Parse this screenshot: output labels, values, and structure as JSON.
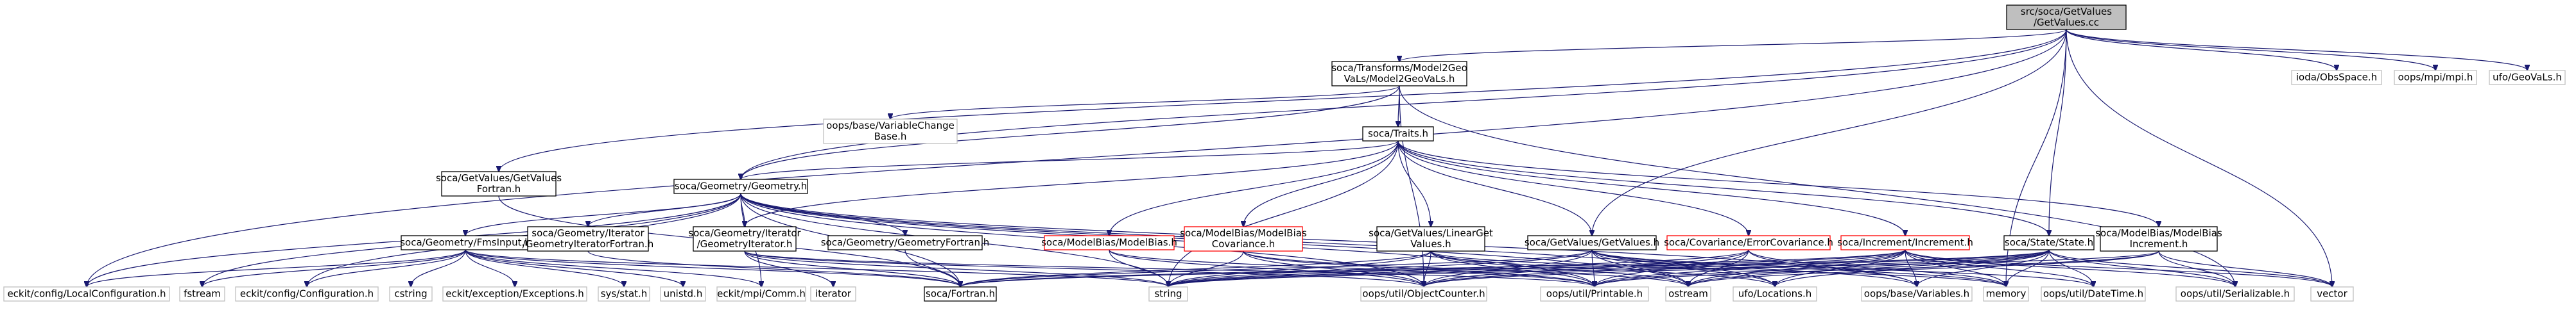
{
  "graph": {
    "nodes": [
      {
        "id": "root",
        "lines": [
          "src/soca/GetValues",
          "/GetValues.cc"
        ],
        "style": "root"
      },
      {
        "id": "model2geovals",
        "lines": [
          "soca/Transforms/Model2Geo",
          "VaLs/Model2GeoVaLs.h"
        ],
        "style": "normal"
      },
      {
        "id": "ioda_obsspace",
        "lines": [
          "ioda/ObsSpace.h"
        ],
        "style": "gray"
      },
      {
        "id": "oops_mpi",
        "lines": [
          "oops/mpi/mpi.h"
        ],
        "style": "gray"
      },
      {
        "id": "ufo_geovals",
        "lines": [
          "ufo/GeoVaLs.h"
        ],
        "style": "gray"
      },
      {
        "id": "variablechange",
        "lines": [
          "oops/base/VariableChange",
          "Base.h"
        ],
        "style": "gray"
      },
      {
        "id": "traits",
        "lines": [
          "soca/Traits.h"
        ],
        "style": "normal"
      },
      {
        "id": "getvaluesfortran",
        "lines": [
          "soca/GetValues/GetValues",
          "Fortran.h"
        ],
        "style": "normal"
      },
      {
        "id": "geometry",
        "lines": [
          "soca/Geometry/Geometry.h"
        ],
        "style": "normal"
      },
      {
        "id": "fmsinput",
        "lines": [
          "soca/Geometry/FmsInput.h"
        ],
        "style": "normal"
      },
      {
        "id": "iteratorfortran",
        "lines": [
          "soca/Geometry/Iterator",
          "/GeometryIteratorFortran.h"
        ],
        "style": "normal"
      },
      {
        "id": "geometryiterator",
        "lines": [
          "soca/Geometry/Iterator",
          "/GeometryIterator.h"
        ],
        "style": "normal"
      },
      {
        "id": "geometryfortran",
        "lines": [
          "soca/Geometry/GeometryFortran.h"
        ],
        "style": "normal"
      },
      {
        "id": "modelbias",
        "lines": [
          "soca/ModelBias/ModelBias.h"
        ],
        "style": "red"
      },
      {
        "id": "modelbiascov",
        "lines": [
          "soca/ModelBias/ModelBias",
          "Covariance.h"
        ],
        "style": "red"
      },
      {
        "id": "lineargetvalues",
        "lines": [
          "soca/GetValues/LinearGet",
          "Values.h"
        ],
        "style": "normal"
      },
      {
        "id": "getvalues",
        "lines": [
          "soca/GetValues/GetValues.h"
        ],
        "style": "normal"
      },
      {
        "id": "errorcovariance",
        "lines": [
          "soca/Covariance/ErrorCovariance.h"
        ],
        "style": "red"
      },
      {
        "id": "increment",
        "lines": [
          "soca/Increment/Increment.h"
        ],
        "style": "red"
      },
      {
        "id": "state",
        "lines": [
          "soca/State/State.h"
        ],
        "style": "normal"
      },
      {
        "id": "modelbiasincrement",
        "lines": [
          "soca/ModelBias/ModelBias",
          "Increment.h"
        ],
        "style": "normal"
      },
      {
        "id": "localconfiguration",
        "lines": [
          "eckit/config/LocalConfiguration.h"
        ],
        "style": "gray"
      },
      {
        "id": "fstream",
        "lines": [
          "fstream"
        ],
        "style": "gray"
      },
      {
        "id": "configuration",
        "lines": [
          "eckit/config/Configuration.h"
        ],
        "style": "gray"
      },
      {
        "id": "cstring",
        "lines": [
          "cstring"
        ],
        "style": "gray"
      },
      {
        "id": "exceptions",
        "lines": [
          "eckit/exception/Exceptions.h"
        ],
        "style": "gray"
      },
      {
        "id": "sysstat",
        "lines": [
          "sys/stat.h"
        ],
        "style": "gray"
      },
      {
        "id": "unistd",
        "lines": [
          "unistd.h"
        ],
        "style": "gray"
      },
      {
        "id": "comm",
        "lines": [
          "eckit/mpi/Comm.h"
        ],
        "style": "gray"
      },
      {
        "id": "iterator",
        "lines": [
          "iterator"
        ],
        "style": "gray"
      },
      {
        "id": "fortran",
        "lines": [
          "soca/Fortran.h"
        ],
        "style": "normal"
      },
      {
        "id": "string",
        "lines": [
          "string"
        ],
        "style": "gray"
      },
      {
        "id": "objectcounter",
        "lines": [
          "oops/util/ObjectCounter.h"
        ],
        "style": "gray"
      },
      {
        "id": "printable",
        "lines": [
          "oops/util/Printable.h"
        ],
        "style": "gray"
      },
      {
        "id": "ostream",
        "lines": [
          "ostream"
        ],
        "style": "gray"
      },
      {
        "id": "locations",
        "lines": [
          "ufo/Locations.h"
        ],
        "style": "gray"
      },
      {
        "id": "variables",
        "lines": [
          "oops/base/Variables.h"
        ],
        "style": "gray"
      },
      {
        "id": "memory",
        "lines": [
          "memory"
        ],
        "style": "gray"
      },
      {
        "id": "datetime",
        "lines": [
          "oops/util/DateTime.h"
        ],
        "style": "gray"
      },
      {
        "id": "serializable",
        "lines": [
          "oops/util/Serializable.h"
        ],
        "style": "gray"
      },
      {
        "id": "vector",
        "lines": [
          "vector"
        ],
        "style": "gray"
      }
    ],
    "edges": [
      [
        "root",
        "model2geovals"
      ],
      [
        "root",
        "ioda_obsspace"
      ],
      [
        "root",
        "oops_mpi"
      ],
      [
        "root",
        "ufo_geovals"
      ],
      [
        "root",
        "getvaluesfortran"
      ],
      [
        "root",
        "localconfiguration"
      ],
      [
        "root",
        "getvalues"
      ],
      [
        "root",
        "state"
      ],
      [
        "root",
        "memory"
      ],
      [
        "root",
        "vector"
      ],
      [
        "root",
        "geometry"
      ],
      [
        "model2geovals",
        "variablechange"
      ],
      [
        "model2geovals",
        "traits"
      ],
      [
        "model2geovals",
        "geometry"
      ],
      [
        "model2geovals",
        "objectcounter"
      ],
      [
        "model2geovals",
        "serializable"
      ],
      [
        "traits",
        "geometry"
      ],
      [
        "traits",
        "geometryiterator"
      ],
      [
        "traits",
        "modelbias"
      ],
      [
        "traits",
        "modelbiascov"
      ],
      [
        "traits",
        "lineargetvalues"
      ],
      [
        "traits",
        "getvalues"
      ],
      [
        "traits",
        "errorcovariance"
      ],
      [
        "traits",
        "increment"
      ],
      [
        "traits",
        "state"
      ],
      [
        "traits",
        "modelbiasincrement"
      ],
      [
        "traits",
        "string"
      ],
      [
        "getvaluesfortran",
        "fortran"
      ],
      [
        "geometry",
        "fmsinput"
      ],
      [
        "geometry",
        "iteratorfortran"
      ],
      [
        "geometry",
        "geometryiterator"
      ],
      [
        "geometry",
        "geometryfortran"
      ],
      [
        "geometry",
        "localconfiguration"
      ],
      [
        "geometry",
        "fstream"
      ],
      [
        "geometry",
        "configuration"
      ],
      [
        "geometry",
        "fortran"
      ],
      [
        "geometry",
        "string"
      ],
      [
        "geometry",
        "objectcounter"
      ],
      [
        "geometry",
        "printable"
      ],
      [
        "geometry",
        "ostream"
      ],
      [
        "geometry",
        "locations"
      ],
      [
        "geometry",
        "variables"
      ],
      [
        "geometry",
        "comm"
      ],
      [
        "fmsinput",
        "localconfiguration"
      ],
      [
        "fmsinput",
        "fstream"
      ],
      [
        "fmsinput",
        "configuration"
      ],
      [
        "fmsinput",
        "cstring"
      ],
      [
        "fmsinput",
        "exceptions"
      ],
      [
        "fmsinput",
        "sysstat"
      ],
      [
        "fmsinput",
        "unistd"
      ],
      [
        "fmsinput",
        "comm"
      ],
      [
        "fmsinput",
        "fortran"
      ],
      [
        "fmsinput",
        "string"
      ],
      [
        "iteratorfortran",
        "fortran"
      ],
      [
        "geometryiterator",
        "iterator"
      ],
      [
        "geometryiterator",
        "fortran"
      ],
      [
        "geometryiterator",
        "string"
      ],
      [
        "geometryiterator",
        "objectcounter"
      ],
      [
        "geometryiterator",
        "printable"
      ],
      [
        "geometryfortran",
        "fortran"
      ],
      [
        "modelbias",
        "string"
      ],
      [
        "modelbias",
        "objectcounter"
      ],
      [
        "modelbias",
        "printable"
      ],
      [
        "modelbiascov",
        "string"
      ],
      [
        "modelbiascov",
        "objectcounter"
      ],
      [
        "modelbiascov",
        "printable"
      ],
      [
        "modelbiascov",
        "ostream"
      ],
      [
        "lineargetvalues",
        "fortran"
      ],
      [
        "lineargetvalues",
        "string"
      ],
      [
        "lineargetvalues",
        "objectcounter"
      ],
      [
        "lineargetvalues",
        "printable"
      ],
      [
        "lineargetvalues",
        "ostream"
      ],
      [
        "lineargetvalues",
        "locations"
      ],
      [
        "lineargetvalues",
        "memory"
      ],
      [
        "getvalues",
        "fortran"
      ],
      [
        "getvalues",
        "string"
      ],
      [
        "getvalues",
        "objectcounter"
      ],
      [
        "getvalues",
        "printable"
      ],
      [
        "getvalues",
        "ostream"
      ],
      [
        "getvalues",
        "locations"
      ],
      [
        "getvalues",
        "variables"
      ],
      [
        "getvalues",
        "memory"
      ],
      [
        "getvalues",
        "datetime"
      ],
      [
        "errorcovariance",
        "string"
      ],
      [
        "errorcovariance",
        "objectcounter"
      ],
      [
        "errorcovariance",
        "printable"
      ],
      [
        "errorcovariance",
        "ostream"
      ],
      [
        "errorcovariance",
        "variables"
      ],
      [
        "errorcovariance",
        "memory"
      ],
      [
        "increment",
        "fortran"
      ],
      [
        "increment",
        "string"
      ],
      [
        "increment",
        "objectcounter"
      ],
      [
        "increment",
        "printable"
      ],
      [
        "increment",
        "ostream"
      ],
      [
        "increment",
        "locations"
      ],
      [
        "increment",
        "variables"
      ],
      [
        "increment",
        "memory"
      ],
      [
        "increment",
        "datetime"
      ],
      [
        "increment",
        "serializable"
      ],
      [
        "increment",
        "vector"
      ],
      [
        "state",
        "fortran"
      ],
      [
        "state",
        "string"
      ],
      [
        "state",
        "objectcounter"
      ],
      [
        "state",
        "printable"
      ],
      [
        "state",
        "ostream"
      ],
      [
        "state",
        "locations"
      ],
      [
        "state",
        "variables"
      ],
      [
        "state",
        "memory"
      ],
      [
        "state",
        "datetime"
      ],
      [
        "state",
        "serializable"
      ],
      [
        "state",
        "vector"
      ],
      [
        "modelbiasincrement",
        "string"
      ],
      [
        "modelbiasincrement",
        "printable"
      ],
      [
        "modelbiasincrement",
        "ostream"
      ],
      [
        "modelbiasincrement",
        "serializable"
      ],
      [
        "modelbiasincrement",
        "vector"
      ]
    ]
  }
}
